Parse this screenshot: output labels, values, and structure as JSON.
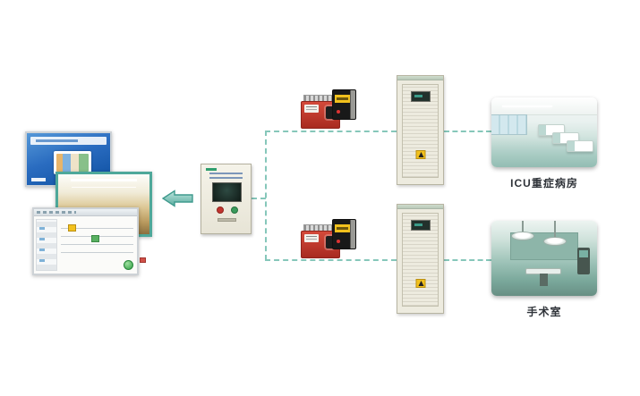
{
  "labels": {
    "icu_room": "ICU重症病房",
    "operating_room": "手术室"
  },
  "colors": {
    "connector_teal": "#86c7ba",
    "arrow_fill": "#7fc9bd",
    "arrow_outline": "#3f9a8d",
    "corridor_screen_border": "#4ea89a",
    "slide_blue": "#2a6cc0",
    "ats_red": "#c0392b",
    "warning_yellow": "#f2c11d",
    "cabinet_beige": "#edebdf",
    "status_green": "#2f9e44",
    "label_text": "#30343a"
  },
  "icons": {
    "flow_arrow": "left-arrow"
  }
}
